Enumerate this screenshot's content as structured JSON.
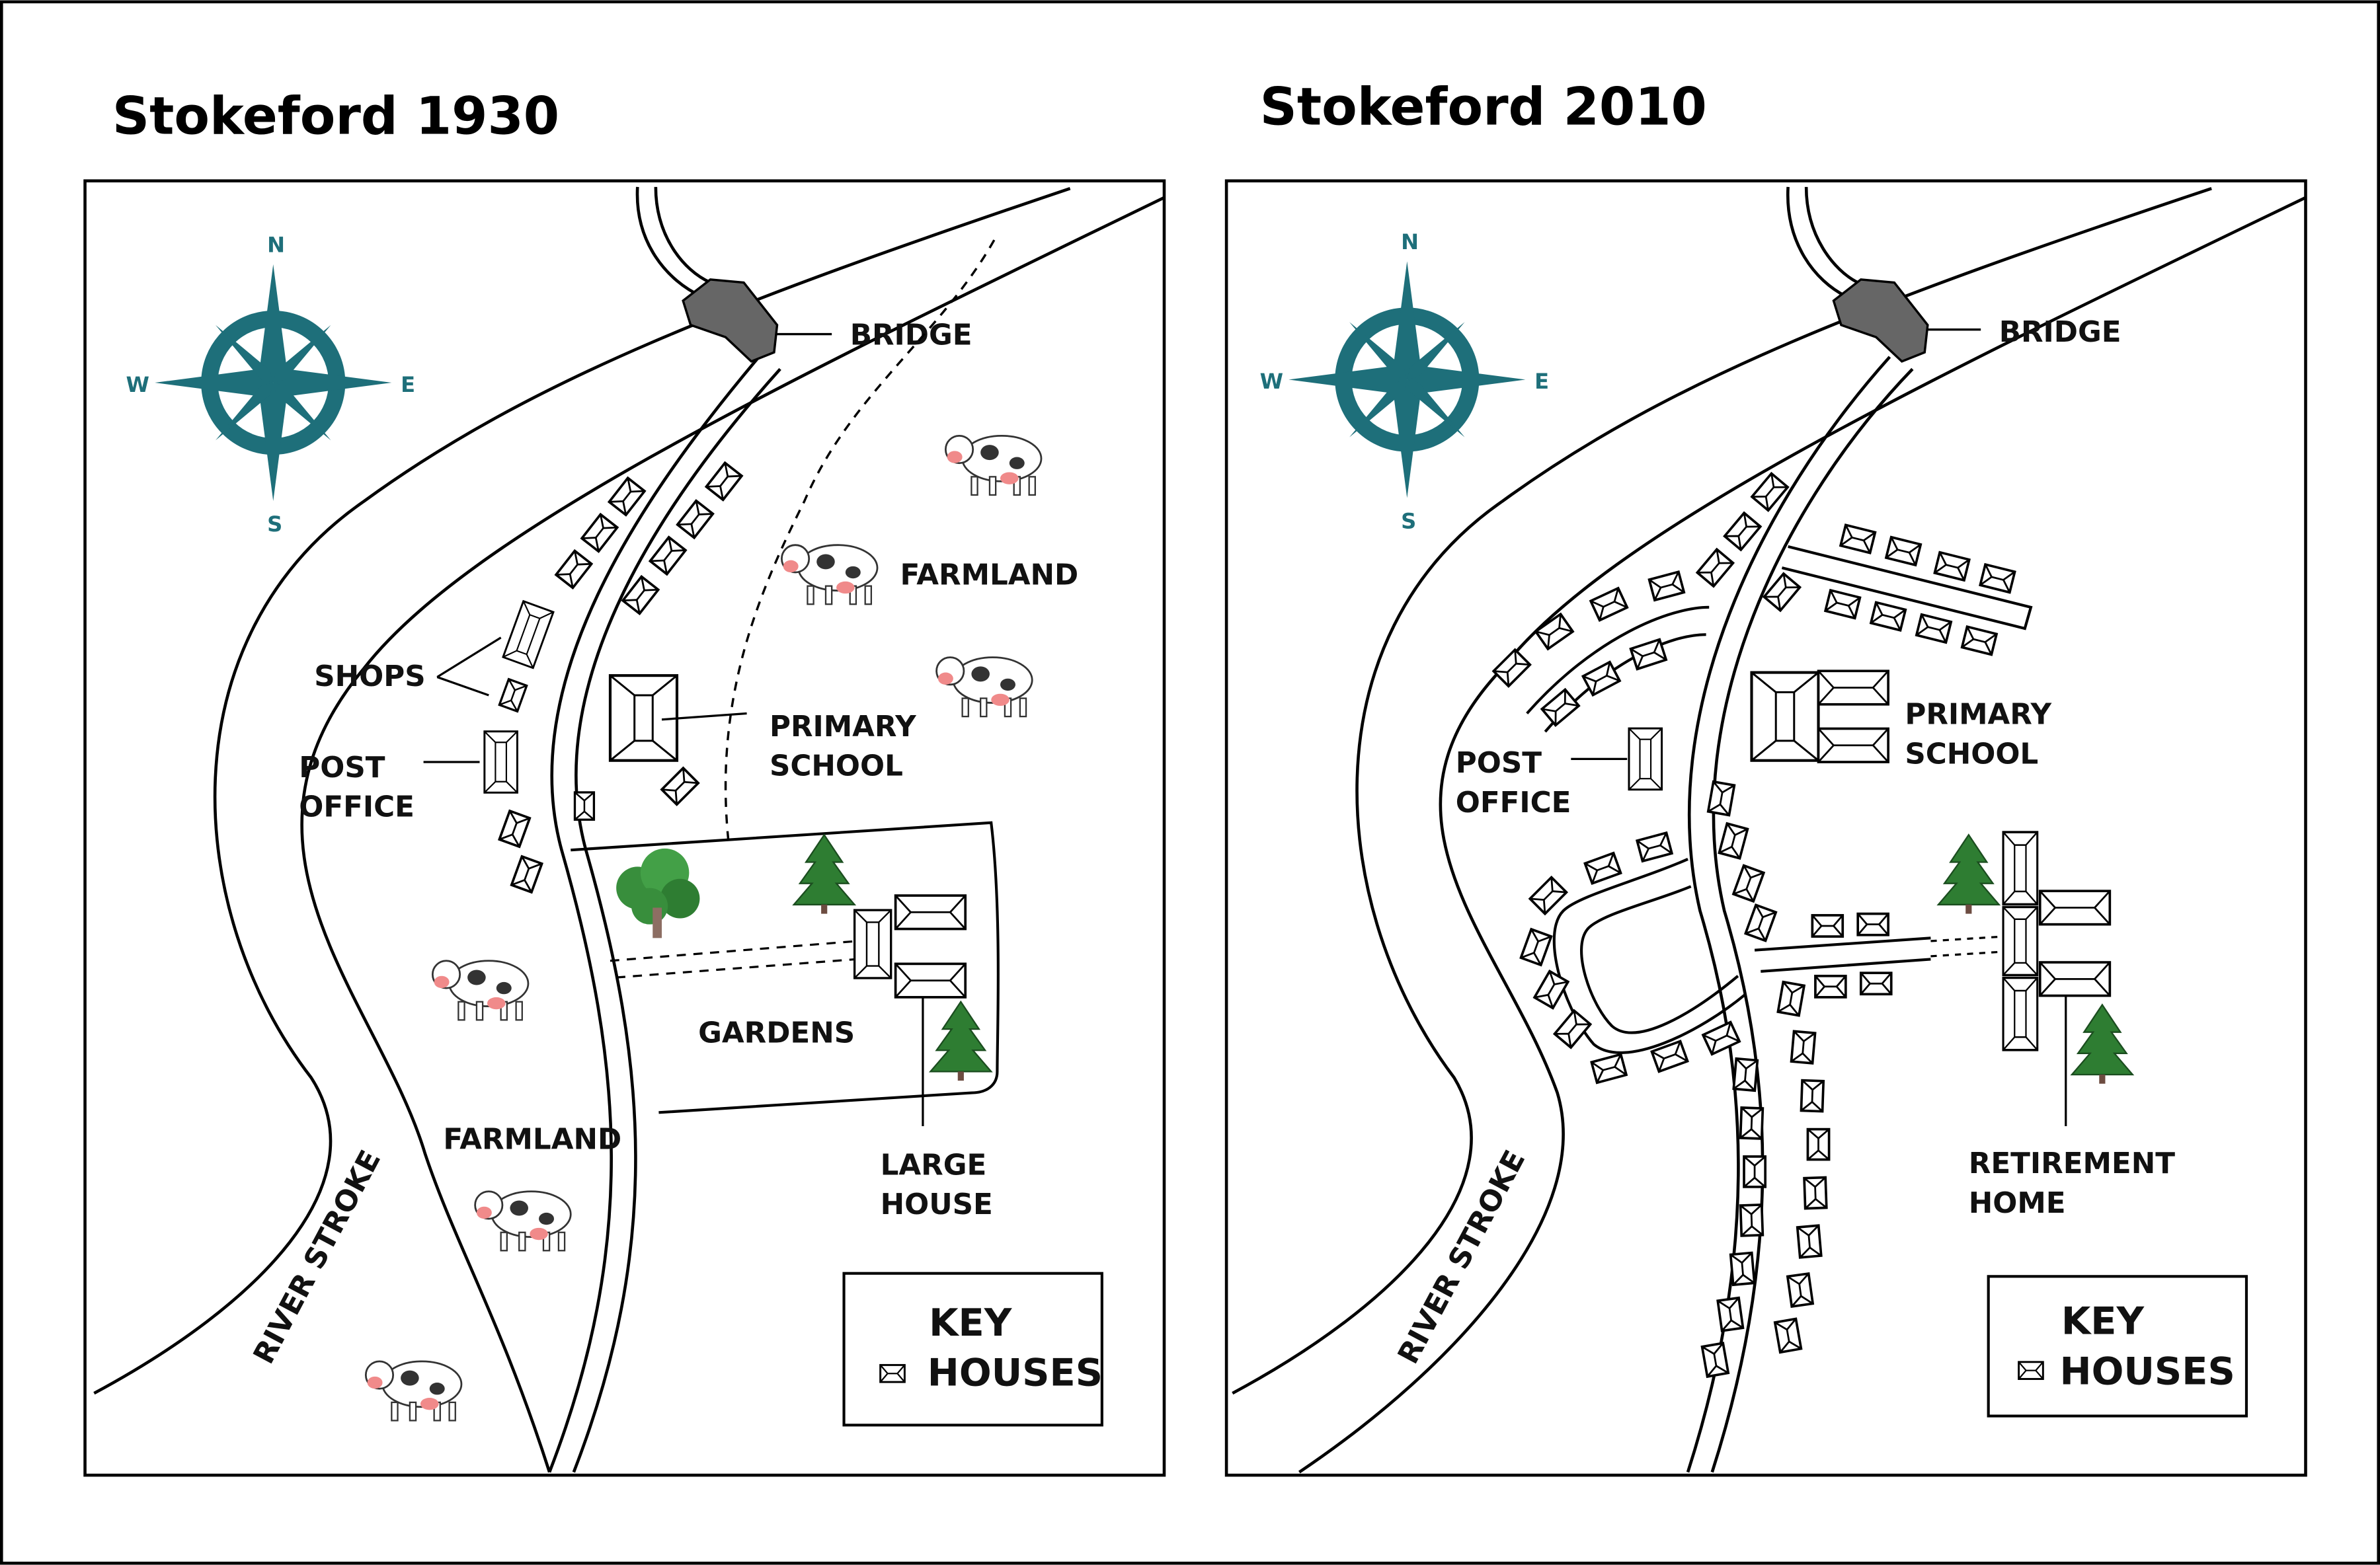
{
  "maps": [
    {
      "title": "Stokeford 1930",
      "labels": {
        "bridge": "BRIDGE",
        "farmland_north": "FARMLAND",
        "shops": "SHOPS",
        "post_office_1": "POST",
        "post_office_2": "OFFICE",
        "primary_school_1": "PRIMARY",
        "primary_school_2": "SCHOOL",
        "gardens": "GARDENS",
        "farmland_south": "FARMLAND",
        "large_house_1": "LARGE",
        "large_house_2": "HOUSE",
        "river": "RIVER STROKE"
      },
      "key": {
        "title": "KEY",
        "houses": "HOUSES"
      },
      "compass": {
        "n": "N",
        "s": "S",
        "e": "E",
        "w": "W"
      }
    },
    {
      "title": "Stokeford 2010",
      "labels": {
        "bridge": "BRIDGE",
        "post_office_1": "POST",
        "post_office_2": "OFFICE",
        "primary_school_1": "PRIMARY",
        "primary_school_2": "SCHOOL",
        "retirement_home_1": "RETIREMENT",
        "retirement_home_2": "HOME",
        "river": "RIVER STROKE"
      },
      "key": {
        "title": "KEY",
        "houses": "HOUSES"
      },
      "compass": {
        "n": "N",
        "s": "S",
        "e": "E",
        "w": "W"
      }
    }
  ],
  "colors": {
    "compass": "#1e6f7a",
    "bridge": "#666666",
    "tree": "#2e7d32"
  },
  "icons": [
    "compass-icon",
    "cow-icon",
    "pine-tree-icon",
    "oak-tree-icon",
    "house-icon"
  ]
}
